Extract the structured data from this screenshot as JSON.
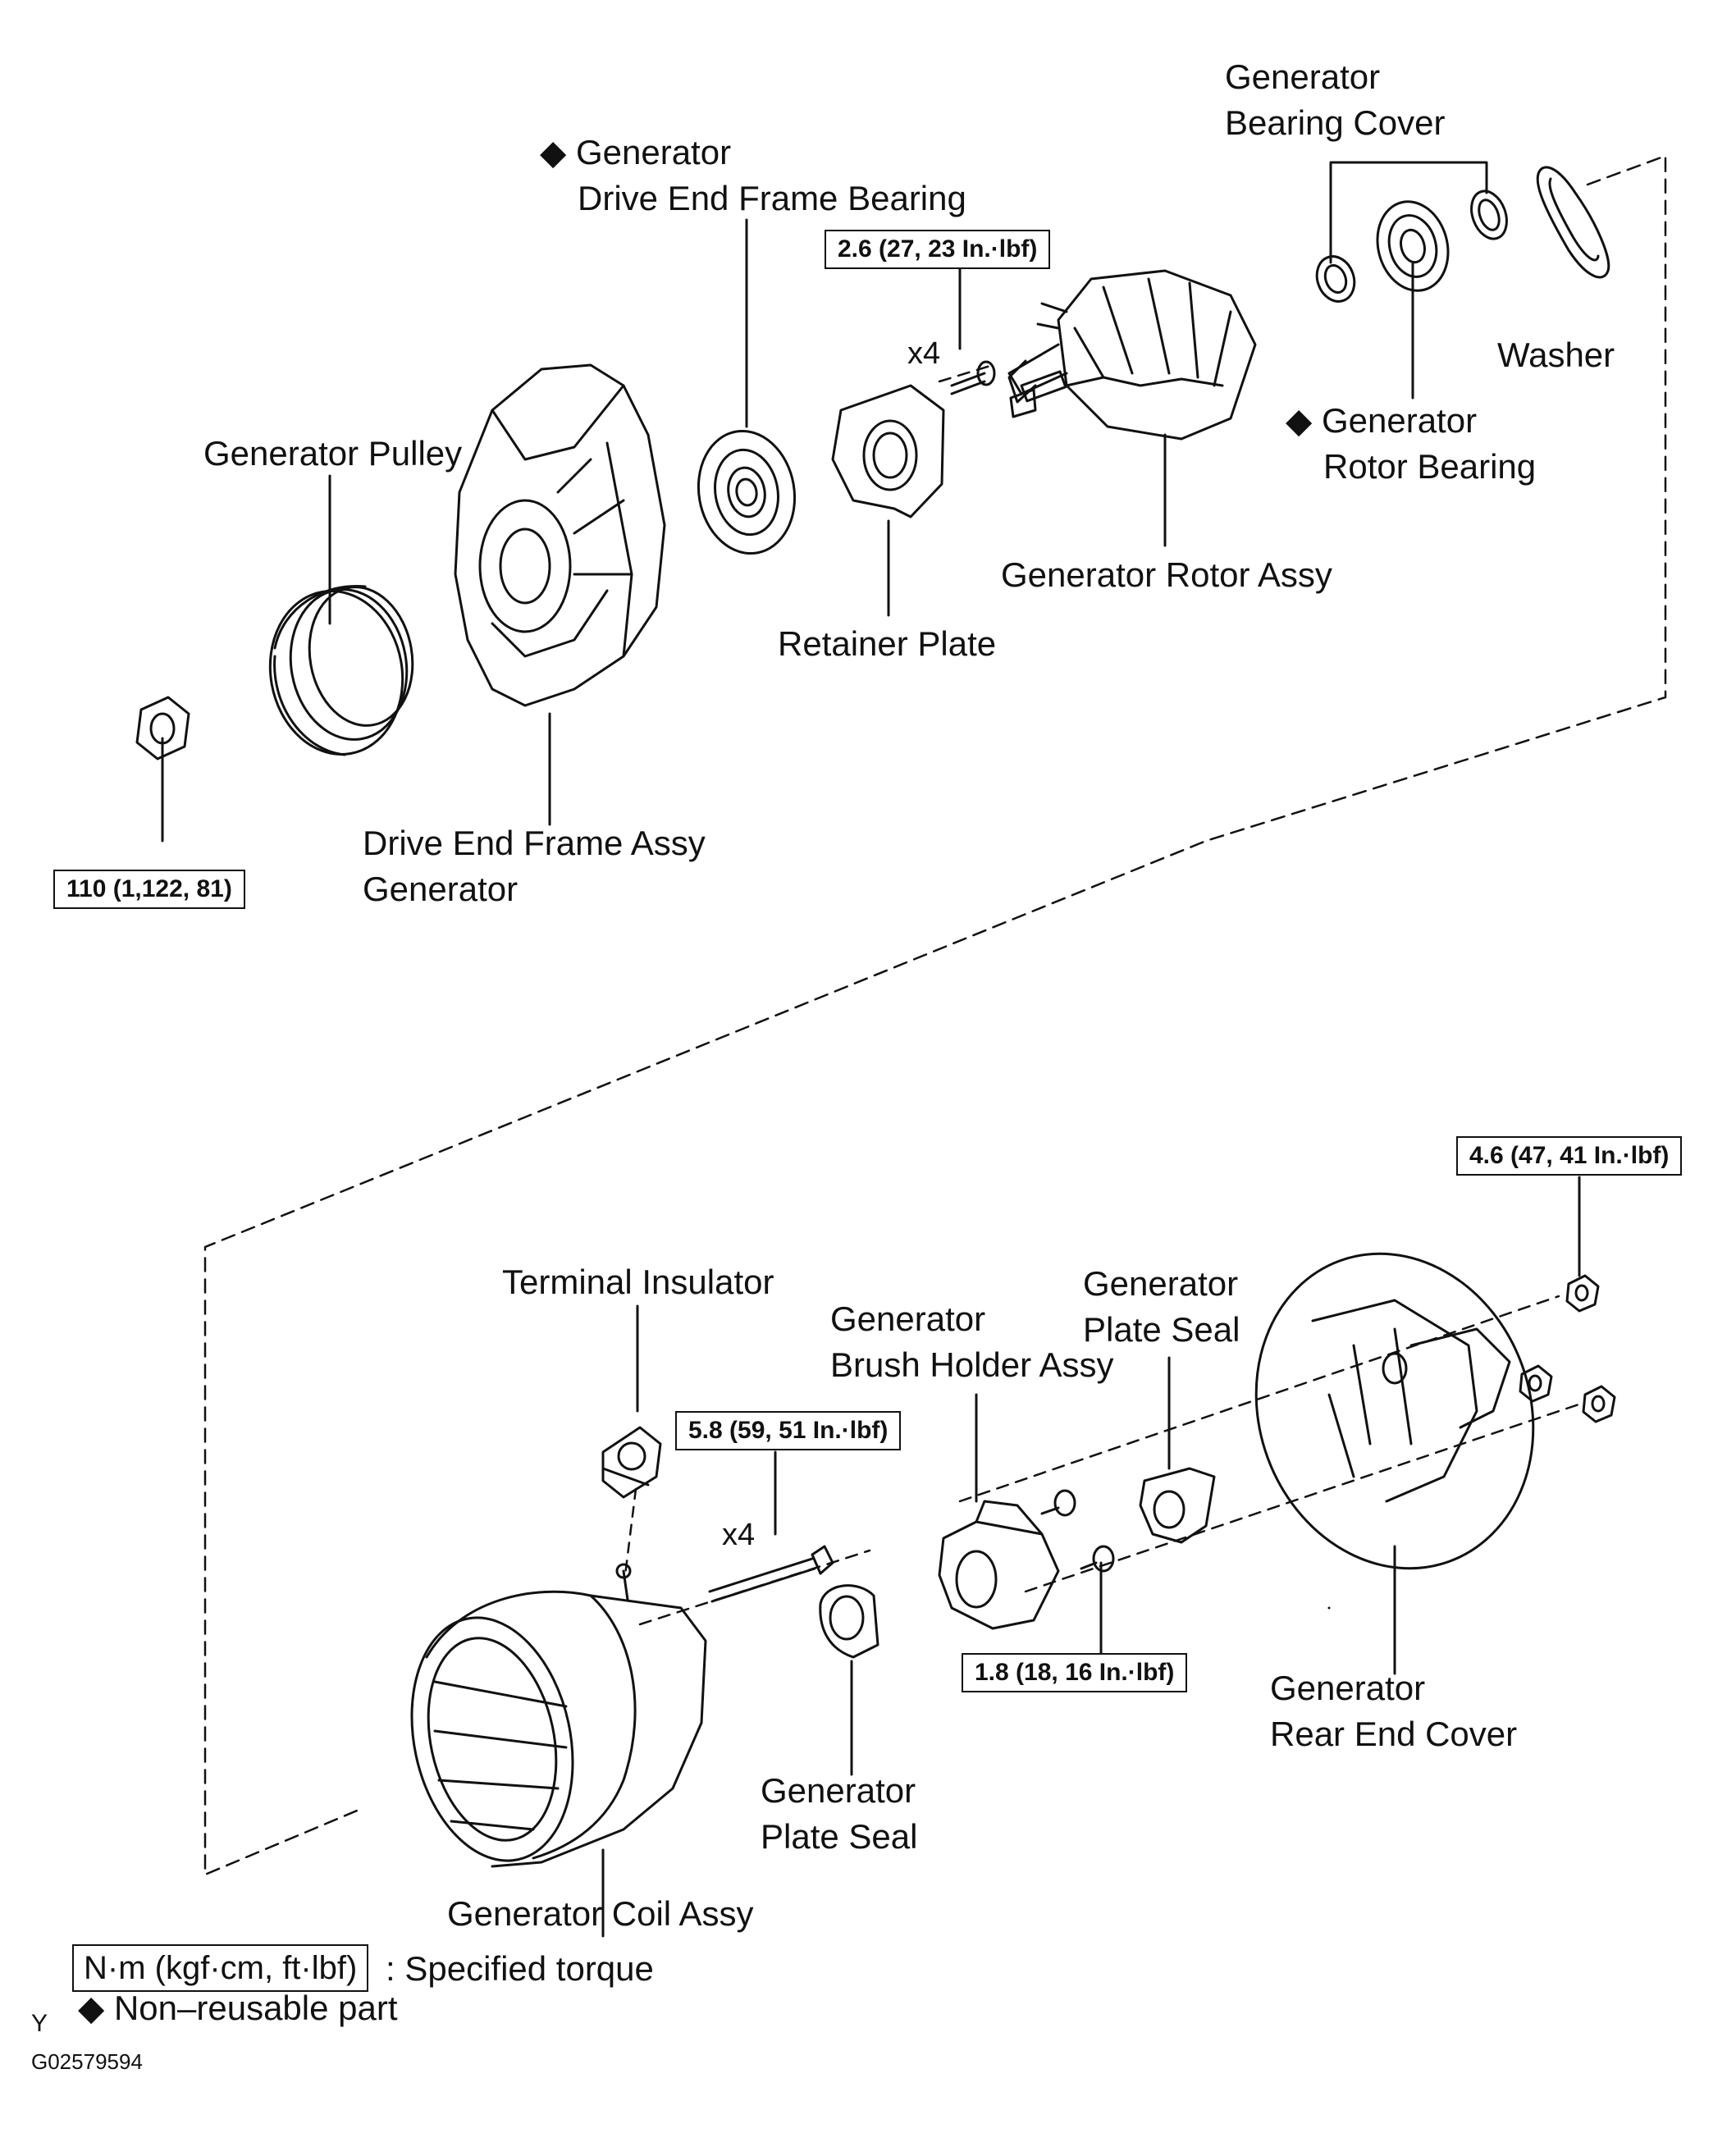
{
  "labels": {
    "bearing_cover": [
      "Generator",
      "Bearing Cover"
    ],
    "drive_end_bearing": [
      "◆ Generator",
      "Drive End Frame Bearing"
    ],
    "washer": "Washer",
    "rotor_bearing": [
      "◆ Generator",
      "Rotor Bearing"
    ],
    "pulley": "Generator Pulley",
    "rotor_assy": "Generator Rotor Assy",
    "retainer_plate": "Retainer Plate",
    "drive_end_frame": [
      "Drive End Frame Assy",
      "Generator"
    ],
    "terminal_insulator": "Terminal Insulator",
    "brush_holder": [
      "Generator",
      "Brush Holder Assy"
    ],
    "plate_seal_upper": [
      "Generator",
      "Plate Seal"
    ],
    "plate_seal_lower": [
      "Generator",
      "Plate Seal"
    ],
    "rear_end_cover": [
      "Generator",
      "Rear End Cover"
    ],
    "coil_assy": "Generator Coil Assy"
  },
  "torques": {
    "rotor_screws": "2.6 (27, 23 In.·lbf)",
    "pulley_nut": "110 (1,122, 81)",
    "rear_cover_nuts": "4.6 (47, 41 In.·lbf)",
    "coil_bolts": "5.8 (59, 51 In.·lbf)",
    "brush_screws": "1.8 (18, 16 In.·lbf)"
  },
  "quantities": {
    "rotor_screws": "x4",
    "coil_bolts": "x4"
  },
  "legend": {
    "torque_box": "N·m (kgf·cm, ft·lbf)",
    "torque_text": ": Specified torque",
    "nonreusable": "◆ Non–reusable part"
  },
  "corner_mark": "Y",
  "figure_id": "G02579594",
  "colors": {
    "ink": "#111111",
    "background": "#ffffff"
  }
}
